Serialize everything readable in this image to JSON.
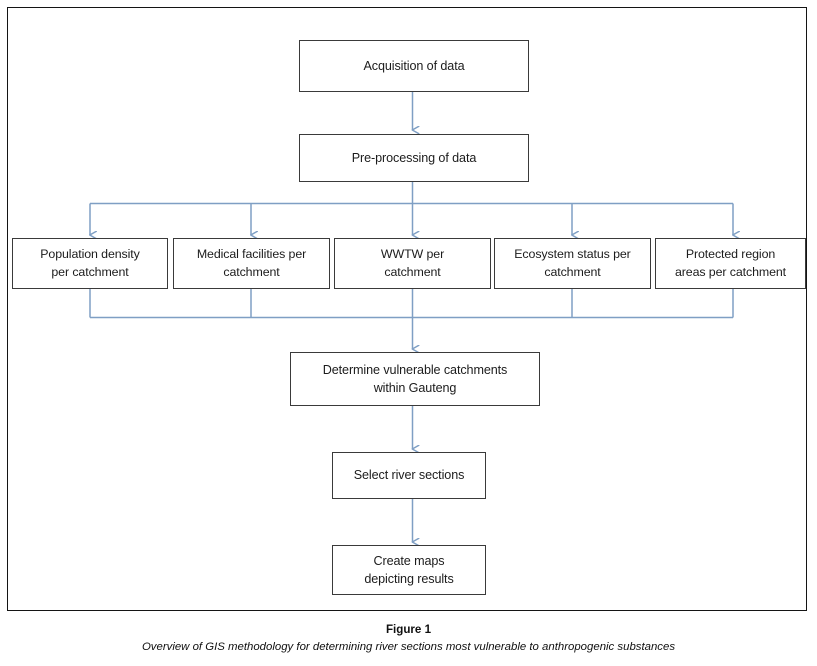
{
  "figure": {
    "caption_label": "Figure 1",
    "caption_text": "Overview of GIS methodology for determining river sections most vulnerable to anthropogenic substances"
  },
  "colors": {
    "connector": "#7f9fc4",
    "box_border": "#3a3a3a",
    "frame_border": "#141414",
    "background": "#ffffff",
    "text": "#1c1c1c"
  },
  "flowchart": {
    "type": "flowchart",
    "orientation": "top-to-bottom",
    "nodes": [
      {
        "id": "acquisition",
        "label": "Acquisition of data",
        "level": 1
      },
      {
        "id": "preprocessing",
        "label": "Pre-processing of data",
        "level": 2
      },
      {
        "id": "population",
        "label": "Population density\nper catchment",
        "level": 3
      },
      {
        "id": "medical",
        "label": "Medical facilities per\ncatchment",
        "level": 3
      },
      {
        "id": "wwtw",
        "label": "WWTW per\ncatchment",
        "level": 3
      },
      {
        "id": "ecosystem",
        "label": "Ecosystem status per\ncatchment",
        "level": 3
      },
      {
        "id": "protected",
        "label": "Protected region\nareas per catchment",
        "level": 3
      },
      {
        "id": "determine",
        "label": "Determine vulnerable catchments\nwithin Gauteng",
        "level": 4
      },
      {
        "id": "select",
        "label": "Select river sections",
        "level": 5
      },
      {
        "id": "create",
        "label": "Create maps\ndepicting results",
        "level": 6
      }
    ],
    "edges": [
      {
        "from": "acquisition",
        "to": "preprocessing",
        "style": "arrow"
      },
      {
        "from": "preprocessing",
        "to": "population",
        "style": "split-arrow"
      },
      {
        "from": "preprocessing",
        "to": "medical",
        "style": "split-arrow"
      },
      {
        "from": "preprocessing",
        "to": "wwtw",
        "style": "split-arrow"
      },
      {
        "from": "preprocessing",
        "to": "ecosystem",
        "style": "split-arrow"
      },
      {
        "from": "preprocessing",
        "to": "protected",
        "style": "split-arrow"
      },
      {
        "from": "population",
        "to": "determine",
        "style": "merge-arrow"
      },
      {
        "from": "medical",
        "to": "determine",
        "style": "merge-arrow"
      },
      {
        "from": "wwtw",
        "to": "determine",
        "style": "merge-arrow"
      },
      {
        "from": "ecosystem",
        "to": "determine",
        "style": "merge-arrow"
      },
      {
        "from": "protected",
        "to": "determine",
        "style": "merge-arrow"
      },
      {
        "from": "determine",
        "to": "select",
        "style": "arrow"
      },
      {
        "from": "select",
        "to": "create",
        "style": "arrow"
      }
    ]
  }
}
